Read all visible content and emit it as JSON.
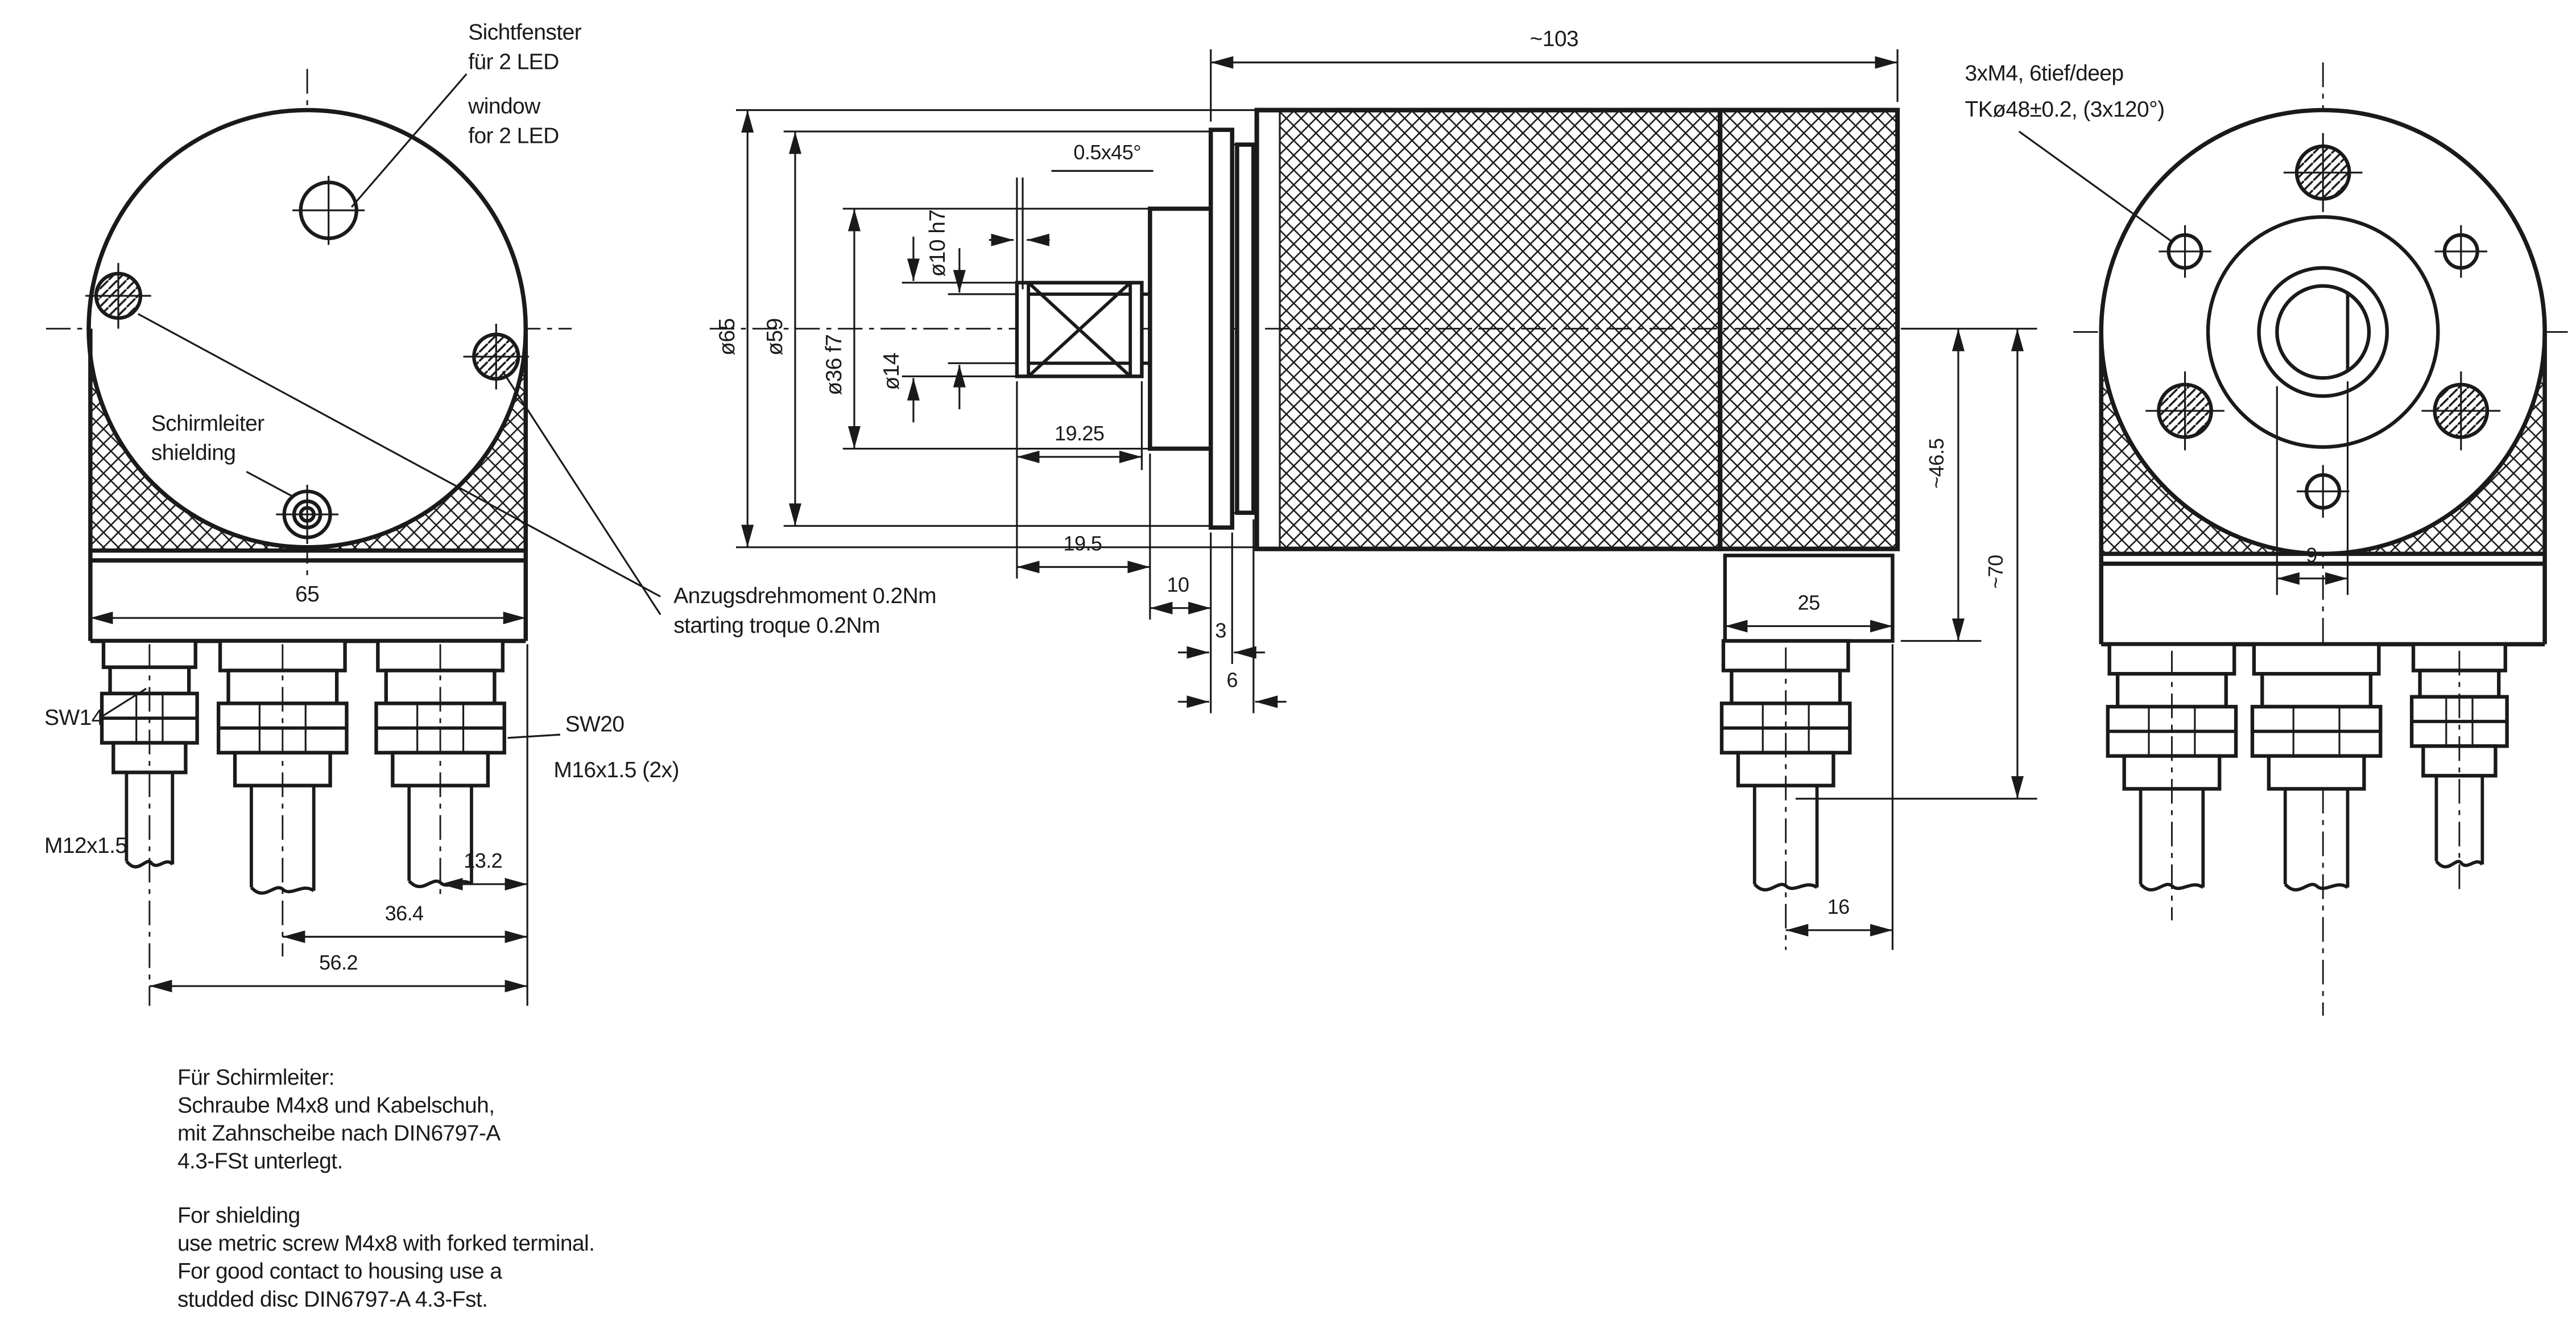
{
  "page": {
    "background": "#ffffff",
    "ink": "#1a1a1a",
    "type": "technical drawing"
  },
  "labels": {
    "window_de1": "Sichtfenster",
    "window_de2": "für 2 LED",
    "window_en1": "window",
    "window_en2": "for 2 LED",
    "shield_de": "Schirmleiter",
    "shield_en": "shielding",
    "torque_de": "Anzugsdrehmoment 0.2Nm",
    "torque_en": "starting troque 0.2Nm",
    "m4_1": "3xM4, 6tief/deep",
    "m4_2": "TKø48±0.2, (3x120°)",
    "sw14": "SW14",
    "sw20": "SW20",
    "m16": "M16x1.5 (2x)",
    "m12": "M12x1.5"
  },
  "dims": {
    "front_width": "65",
    "gland3_x": "13.2",
    "gland2_x": "36.4",
    "gland1_x": "56.2",
    "d65": "ø65",
    "d59": "ø59",
    "d36": "ø36 f7",
    "d14": "ø14",
    "d10": "ø10 h7",
    "chamfer": "0.5x45°",
    "collar_len": "19.25",
    "shaft_len": "19.5",
    "hub_len": "10",
    "plate1_t": "3",
    "plates_t": "6",
    "total_len": "~103",
    "connector_w": "25",
    "axis_to_block": "~46.5",
    "axis_to_cable": "~70",
    "gland_offset": "16",
    "flat_w": "9"
  },
  "notes_de": [
    "Für Schirmleiter:",
    "Schraube M4x8 und Kabelschuh,",
    "mit Zahnscheibe nach DIN6797-A",
    "4.3-FSt unterlegt."
  ],
  "notes_en": [
    "For shielding",
    "use metric screw M4x8 with forked terminal.",
    "For good contact to housing use a",
    "studded disc DIN6797-A 4.3-Fst."
  ]
}
